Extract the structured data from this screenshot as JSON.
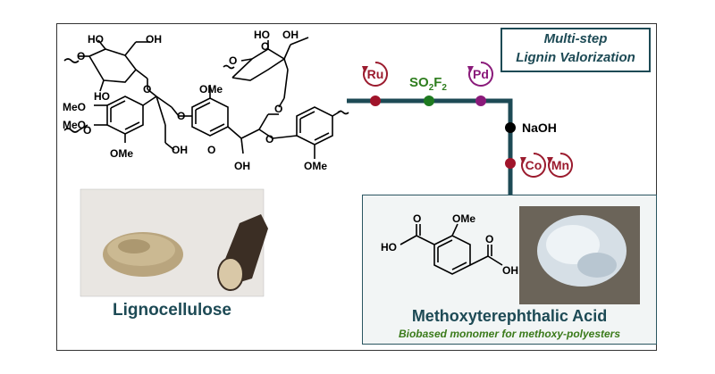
{
  "title": {
    "line1": "Multi-step",
    "line2": "Lignin Valorization"
  },
  "lignin": {
    "labels": {
      "ho1": "HO",
      "oh1": "OH",
      "o1": "O",
      "ho2": "HO",
      "o2": "O",
      "ome_top": "OMe",
      "o3": "O",
      "meo1": "MeO",
      "meo2": "MeO",
      "o4": "O",
      "ome_bottom_left": "OMe",
      "oh_left": "OH",
      "oh_mid": "OH",
      "ho_right": "HO",
      "oh_right": "OH",
      "o_right_ring": "O",
      "o5": "O",
      "o6": "O",
      "o7": "O",
      "ome_right": "OMe",
      "o8": "O"
    }
  },
  "photo_label": "Lignocellulose",
  "steps": [
    {
      "reagent": "Ru",
      "type": "catalyst-circle",
      "color": "#9b1b2e"
    },
    {
      "reagent": "SO2F2",
      "type": "text",
      "color": "#2e7d1e"
    },
    {
      "reagent": "Pd",
      "type": "catalyst-circle",
      "color": "#8a1a7a"
    },
    {
      "reagent": "NaOH",
      "type": "text",
      "color": "#000000"
    },
    {
      "reagent": "Co",
      "type": "catalyst-circle",
      "color": "#9b1b2e"
    },
    {
      "reagent": "Mn",
      "type": "catalyst-circle",
      "color": "#9b1b2e"
    }
  ],
  "reagent_text": {
    "so2f2_main": "SO",
    "so2f2_sub1": "2",
    "so2f2_f": "F",
    "so2f2_sub2": "2",
    "naoh": "NaOH"
  },
  "product": {
    "labels": {
      "ome": "OMe",
      "ho_left": "HO",
      "oh_right": "OH",
      "o_left": "O",
      "o_right": "O"
    },
    "name": "Methoxyterephthalic Acid",
    "subtitle": "Biobased monomer for methoxy-polyesters"
  },
  "colors": {
    "pathway": "#1d4a55",
    "node_red": "#a0142a",
    "node_green": "#1e7a20",
    "node_purple": "#8a1a7a",
    "node_black": "#000000"
  }
}
